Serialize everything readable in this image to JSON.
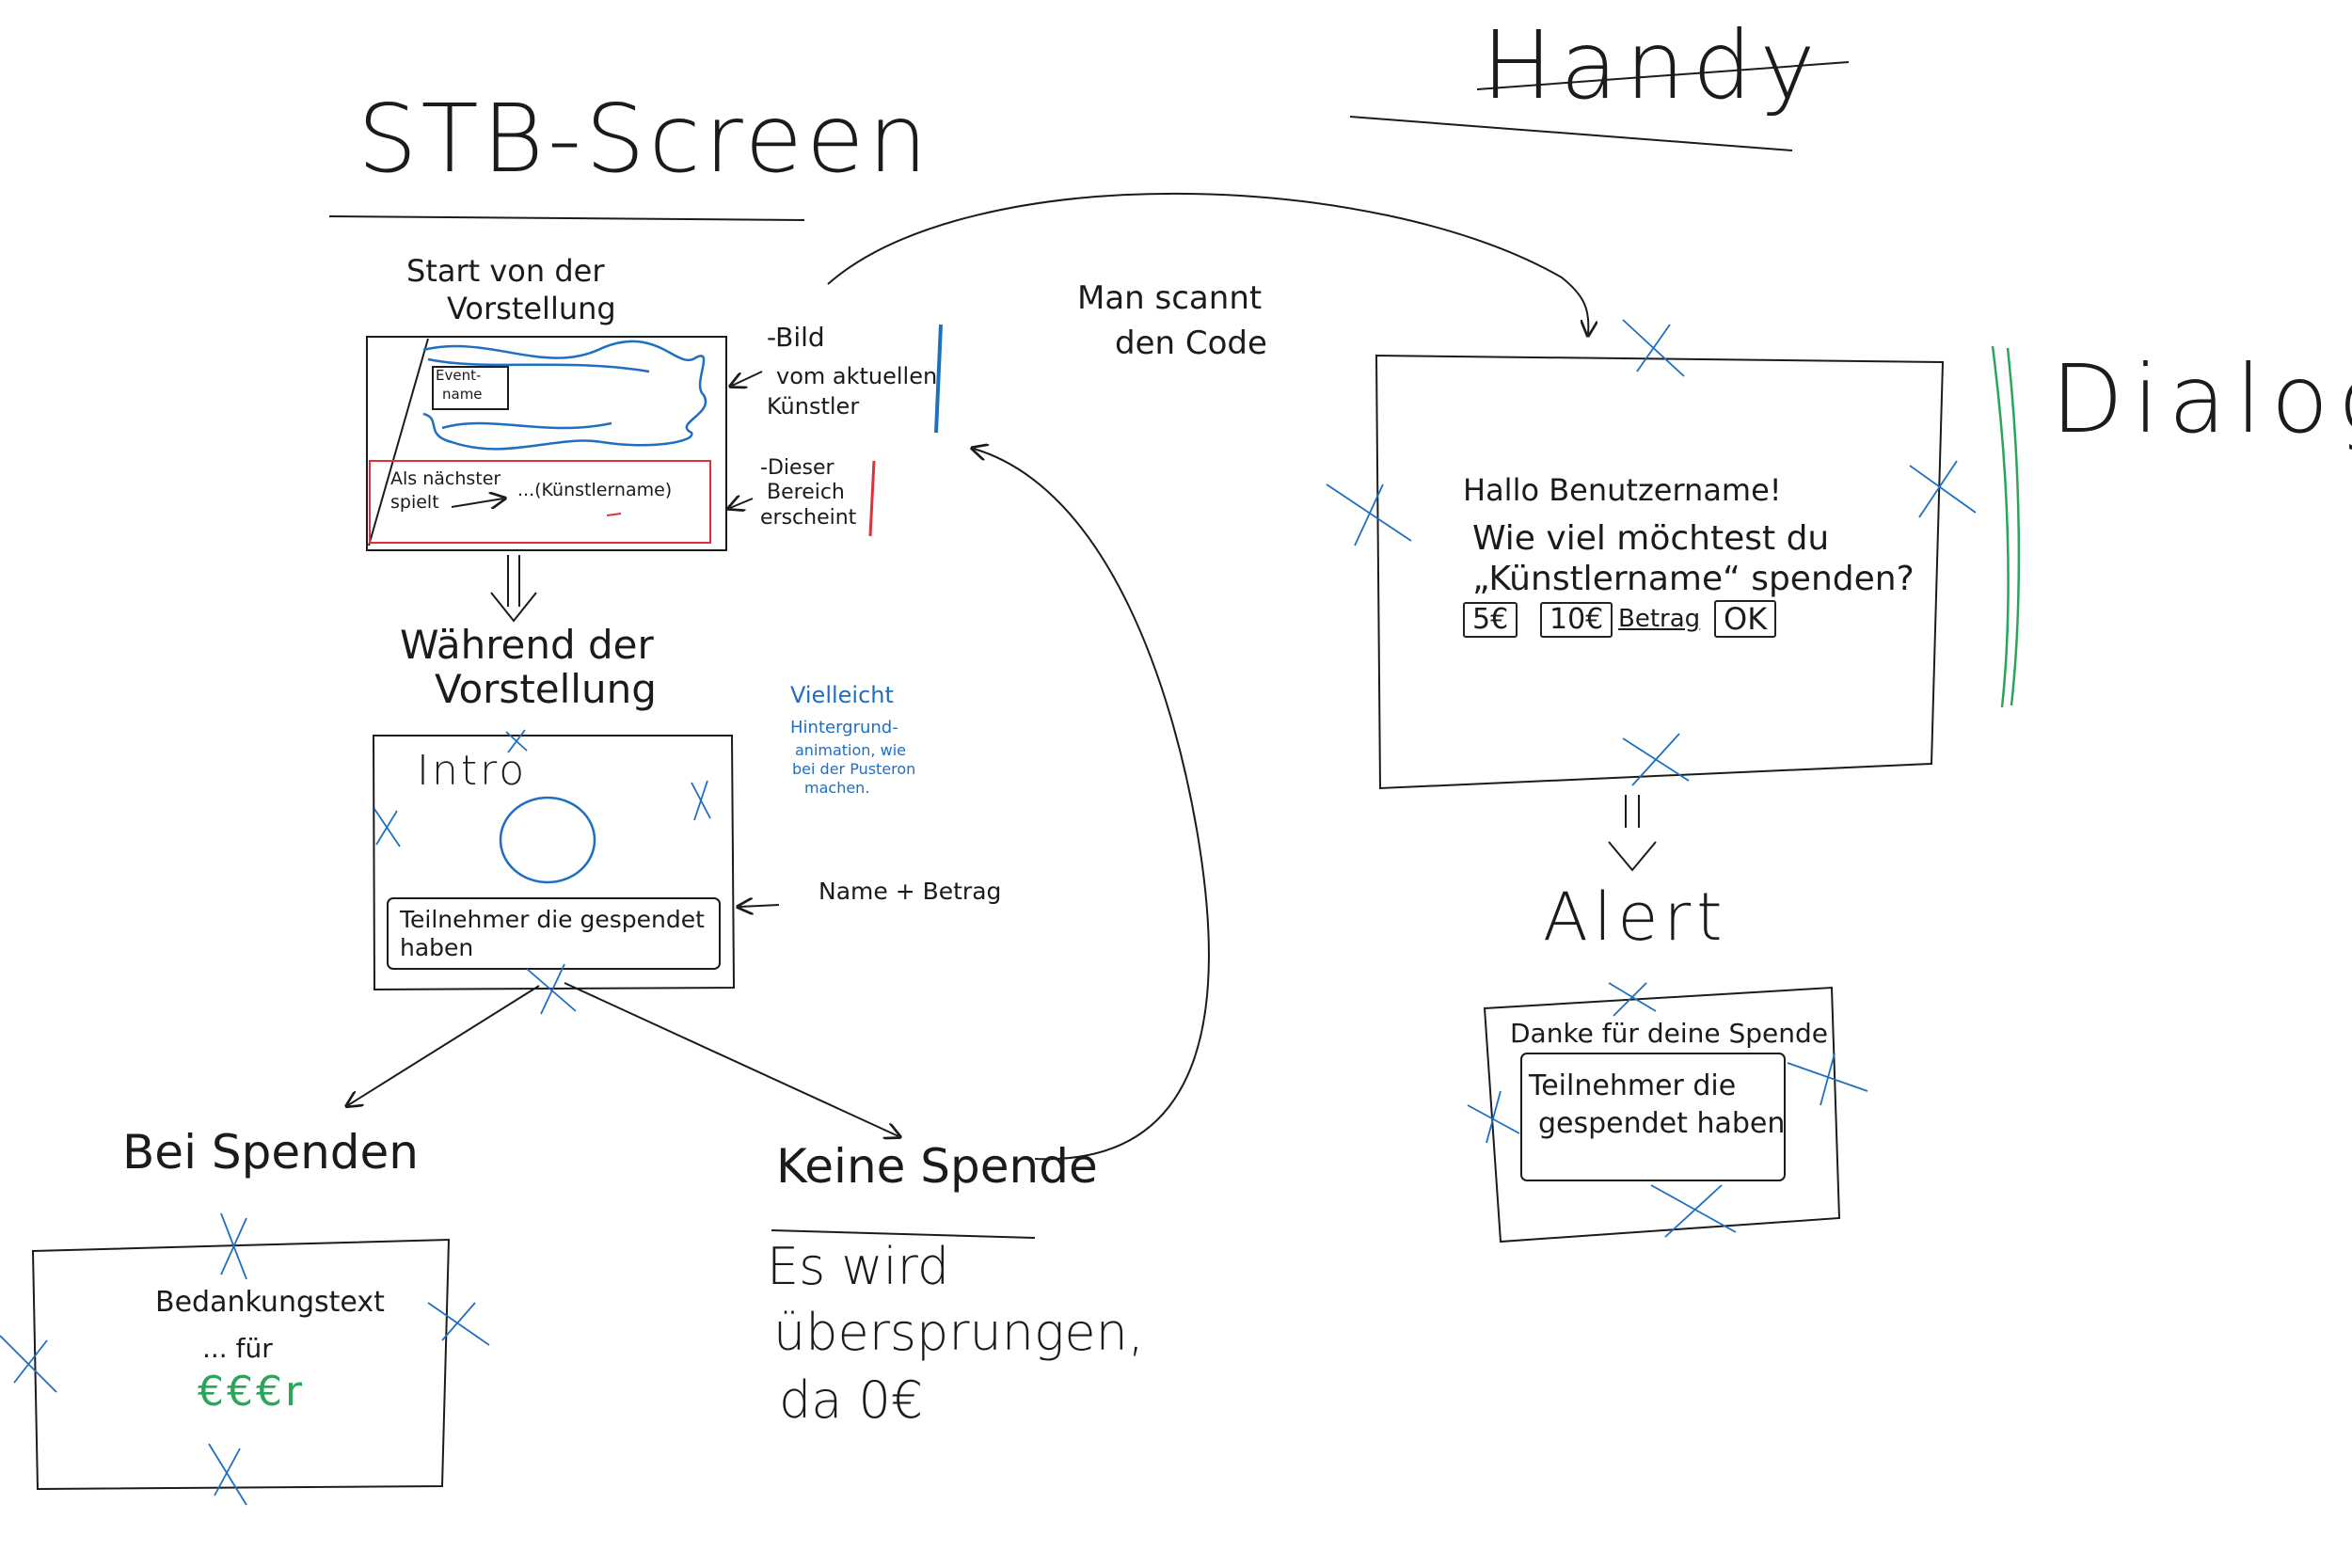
{
  "sections": {
    "stb_title": "STB-Screen",
    "handy_title": "Handy",
    "dialog_title": "Dialog",
    "alert_title": "Alert"
  },
  "stb": {
    "start_label": "Start von der",
    "start_label2": "Vorstellung",
    "event_name_line1": "Event-",
    "event_name_line2": "name",
    "next_artist_line1": "Als nächster",
    "next_artist_line2": "spielt",
    "next_artist_name": "...(Künstlername)",
    "note_image_line1": "-Bild",
    "note_image_line2": "vom aktuellen",
    "note_image_line3": "Künstler",
    "note_area_line1": "-Dieser",
    "note_area_line2": "Bereich",
    "note_area_line3": "erscheint",
    "during_label": "Während der",
    "during_label2": "Vorstellung",
    "intro_label": "Intro",
    "participants_line1": "Teilnehmer die gespendet",
    "participants_line2": "haben",
    "name_amount_note": "Name + Betrag",
    "maybe_note_line1": "Vielleicht",
    "maybe_note_line2": "Hintergrund-",
    "maybe_note_line3": "animation, wie",
    "maybe_note_line4": "bei der Pusteron",
    "maybe_note_line5": "machen.",
    "donation_label": "Bei Spenden",
    "thanks_text": "Bedankungstext",
    "for_text": "... für",
    "amount_text": "€€€r",
    "no_donation_label": "Keine Spende",
    "skipped_line1": "Es wird",
    "skipped_line2": "übersprungen,",
    "skipped_line3": "da 0€"
  },
  "scan_note_line1": "Man scannt",
  "scan_note_line2": "den Code",
  "dialog": {
    "greeting": "Hallo Benutzername!",
    "question_line1": "Wie viel möchtest du",
    "question_line2": "„Künstlername“ spenden?",
    "btn_5": "5€",
    "btn_10": "10€",
    "amount_field": "Betrag",
    "btn_ok": "OK"
  },
  "alert": {
    "thanks": "Danke für deine Spende",
    "participants_line1": "Teilnehmer die",
    "participants_line2": "gespendet haben"
  },
  "colors": {
    "ink": "#1b1b1b",
    "blue": "#1f6fc0",
    "red": "#e0303a",
    "green": "#2aa55a"
  }
}
